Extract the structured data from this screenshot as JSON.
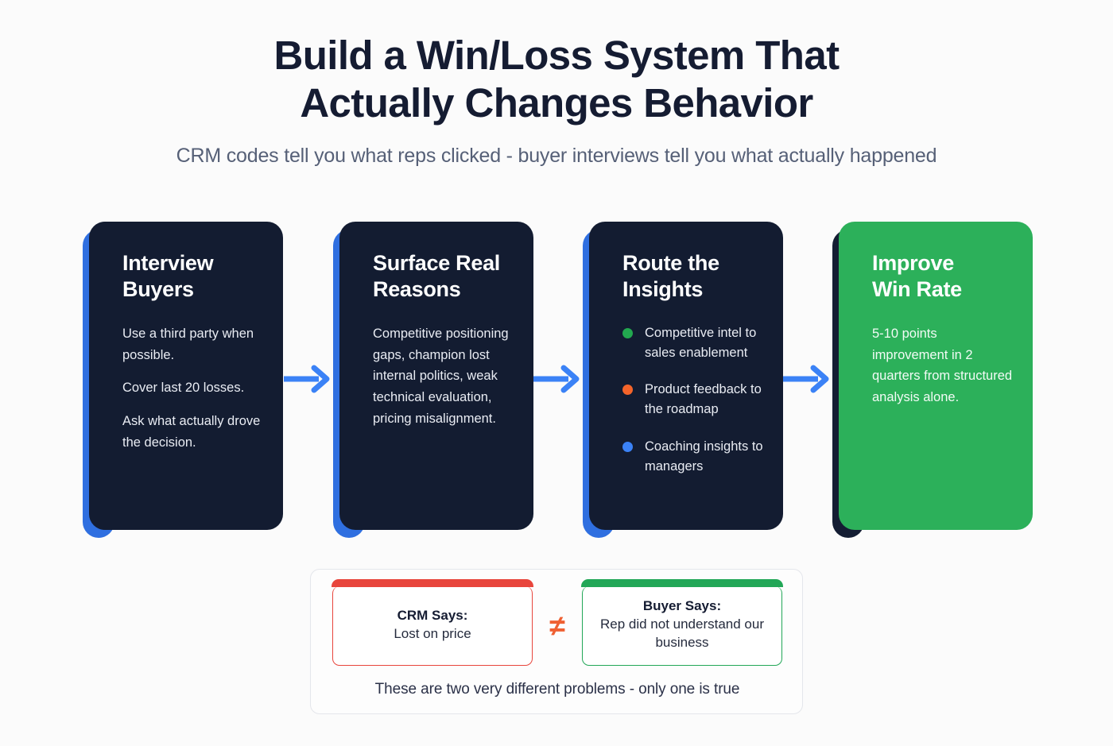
{
  "header": {
    "title_line1": "Build a Win/Loss System That",
    "title_line2": "Actually Changes Behavior",
    "subtitle": "CRM codes tell you what reps clicked - buyer interviews tell you what actually happened"
  },
  "colors": {
    "page_background": "#fbfbfb",
    "card_dark": "#131c31",
    "accent_blue": "#2f6fe0",
    "arrow_blue": "#3b82f6",
    "card_green": "#2cb05a",
    "bullet_green": "#22a84f",
    "bullet_orange": "#f4642a",
    "bullet_blue": "#3b82f6",
    "crm_red": "#e8453c",
    "buyer_green": "#22a757",
    "neq_orange": "#ef6032",
    "title_navy": "#151c32",
    "subtitle_gray": "#566077"
  },
  "flow": {
    "cards": [
      {
        "title": "Interview\nBuyers",
        "theme": "dark",
        "accent": "blue",
        "paragraphs": [
          "Use a third party when possible.",
          "Cover last 20 losses.",
          "Ask what actually drove the decision."
        ]
      },
      {
        "title": "Surface Real\nReasons",
        "theme": "dark",
        "accent": "blue",
        "paragraphs": [
          "Competitive positioning gaps, champion lost internal politics, weak technical evaluation, pricing misalignment."
        ]
      },
      {
        "title": "Route the\nInsights",
        "theme": "dark",
        "accent": "blue",
        "bullets": [
          {
            "text": "Competitive intel to sales enablement",
            "color": "#22a84f"
          },
          {
            "text": "Product feedback to the roadmap",
            "color": "#f4642a"
          },
          {
            "text": "Coaching insights to managers",
            "color": "#3b82f6"
          }
        ]
      },
      {
        "title": "Improve\nWin Rate",
        "theme": "green",
        "accent": "dark",
        "paragraphs": [
          "5-10 points improvement in 2 quarters from structured analysis alone."
        ]
      }
    ],
    "arrow_icon": "arrow-right-icon",
    "arrow_count": 3
  },
  "comparison": {
    "crm": {
      "label": "CRM Says:",
      "text": "Lost on price"
    },
    "operator": "≠",
    "buyer": {
      "label": "Buyer Says:",
      "text": "Rep did not understand our business"
    },
    "caption": "These are two very different problems - only one is true"
  }
}
